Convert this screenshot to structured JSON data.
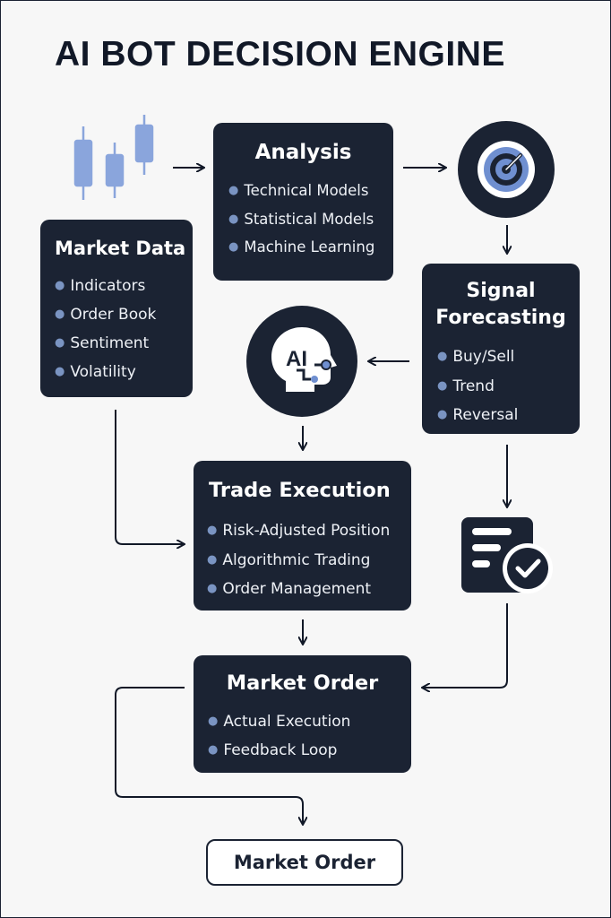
{
  "title": "AI BOT DECISION ENGINE",
  "nodes": {
    "market_data": {
      "title": "Market Data",
      "items": [
        "Indicators",
        "Order Book",
        "Sentiment",
        "Volatility"
      ]
    },
    "analysis": {
      "title": "Analysis",
      "items": [
        "Technical Models",
        "Statistical Models",
        "Machine Learning"
      ]
    },
    "signal_forecasting": {
      "title_lines": [
        "Signal",
        "Forecasting"
      ],
      "items": [
        "Buy/Sell",
        "Trend",
        "Reversal"
      ]
    },
    "trade_execution": {
      "title": "Trade Execution",
      "items": [
        "Risk-Adjusted Position",
        "Algorithmic Trading",
        "Order Management"
      ]
    },
    "market_order": {
      "title": "Market Order",
      "items": [
        "Actual Execution",
        "Feedback Loop"
      ]
    },
    "final": {
      "label": "Market Order"
    },
    "ai_icon": {
      "label": "AI"
    }
  },
  "colors": {
    "box_fill": "#1b2333",
    "accent_blue": "#6f8fd0",
    "candle_blue": "#8aa5dc",
    "background": "#f7f7f7"
  },
  "icons": [
    "candlestick-chart-icon",
    "target-icon",
    "ai-head-icon",
    "checklist-icon"
  ]
}
